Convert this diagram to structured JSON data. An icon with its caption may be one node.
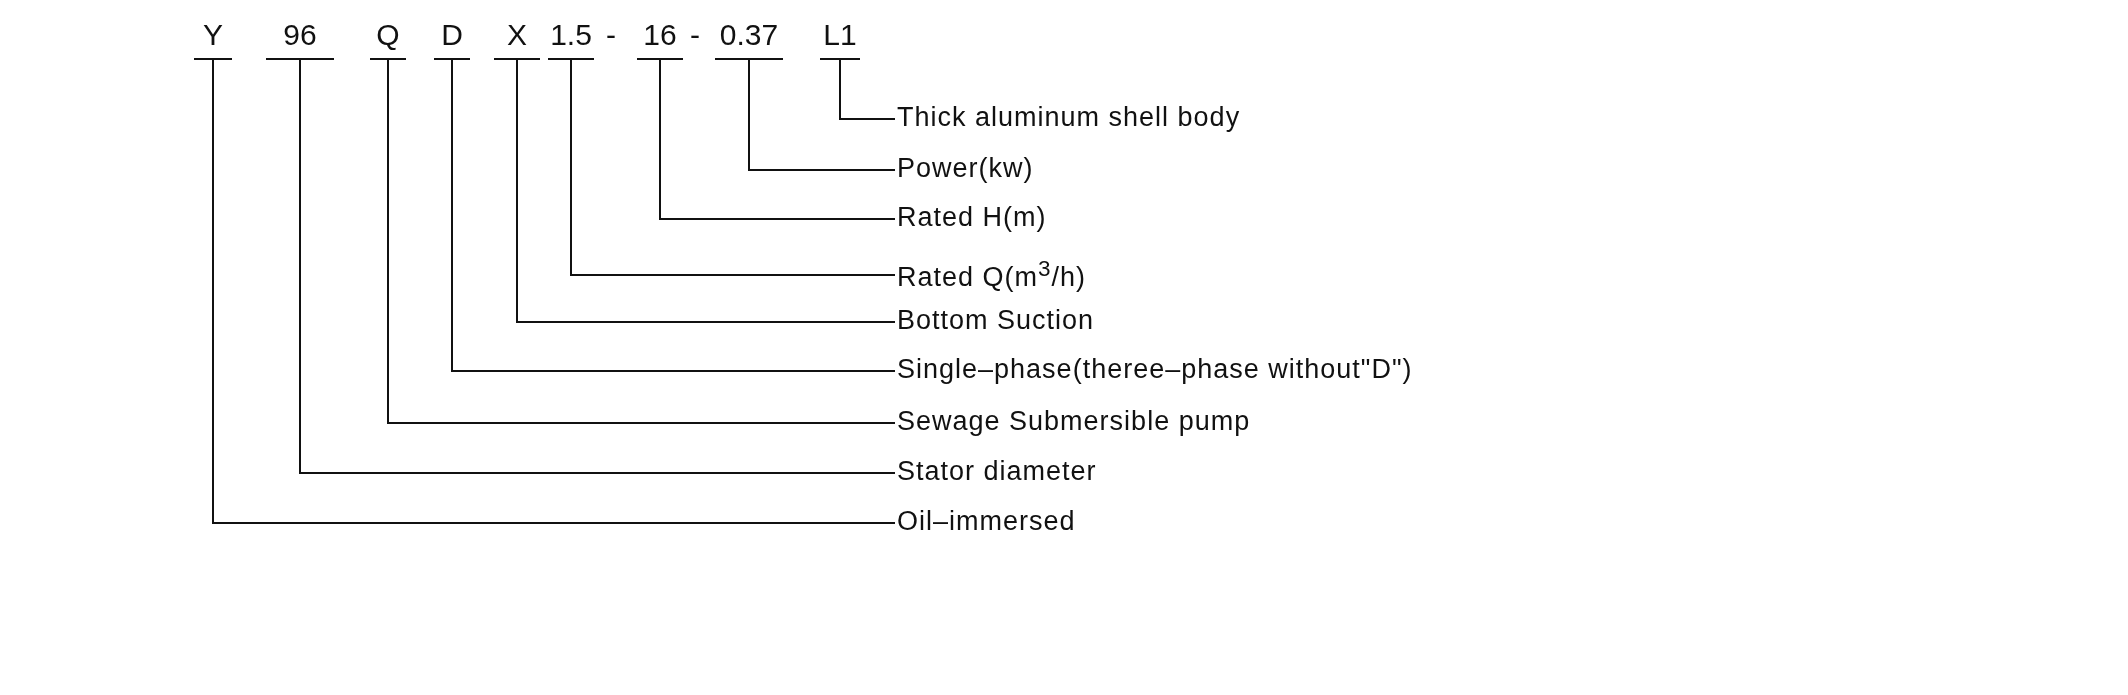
{
  "diagram": {
    "nodes": [
      {
        "text": [
          "Y"
        ]
      },
      {
        "text": [
          "96"
        ]
      },
      {
        "text": [
          "Q"
        ]
      },
      {
        "text": [
          "D"
        ]
      },
      {
        "text": [
          "X"
        ]
      },
      {
        "text": [
          "1.5"
        ]
      },
      {
        "text": [
          "16"
        ]
      },
      {
        "text": [
          "0.37"
        ]
      },
      {
        "text": [
          "L1"
        ]
      },
      {
        "text": [
          "Thick aluminum shell body"
        ]
      },
      {
        "text": [
          "Power(kw)"
        ]
      },
      {
        "text": [
          "Rated H(m)"
        ]
      },
      {
        "text": [
          "Rated Q(m$^{3}$/h)"
        ]
      },
      {
        "text": [
          "Bottom Suction"
        ]
      },
      {
        "text": [
          "Single–phase(theree–phase without\"D\")"
        ]
      },
      {
        "text": [
          "Sewage Submersible pump"
        ]
      },
      {
        "text": [
          "Stator diameter"
        ]
      },
      {
        "text": [
          "Oil–immersed"
        ]
      }
    ],
    "edges": [
      {
        "from": 8,
        "to": 9,
        "arrow": "none"
      },
      {
        "from": 7,
        "to": 10,
        "arrow": "none"
      },
      {
        "from": 6,
        "to": 11,
        "arrow": "none"
      },
      {
        "from": 5,
        "to": 12,
        "arrow": "none"
      },
      {
        "from": 4,
        "to": 13,
        "arrow": "none"
      },
      {
        "from": 3,
        "to": 14,
        "arrow": "none"
      },
      {
        "from": 2,
        "to": 15,
        "arrow": "none"
      },
      {
        "from": 1,
        "to": 16,
        "arrow": "none"
      },
      {
        "from": 0,
        "to": 17,
        "arrow": "none"
      }
    ],
    "labels": [
      "-",
      "-"
    ]
  }
}
